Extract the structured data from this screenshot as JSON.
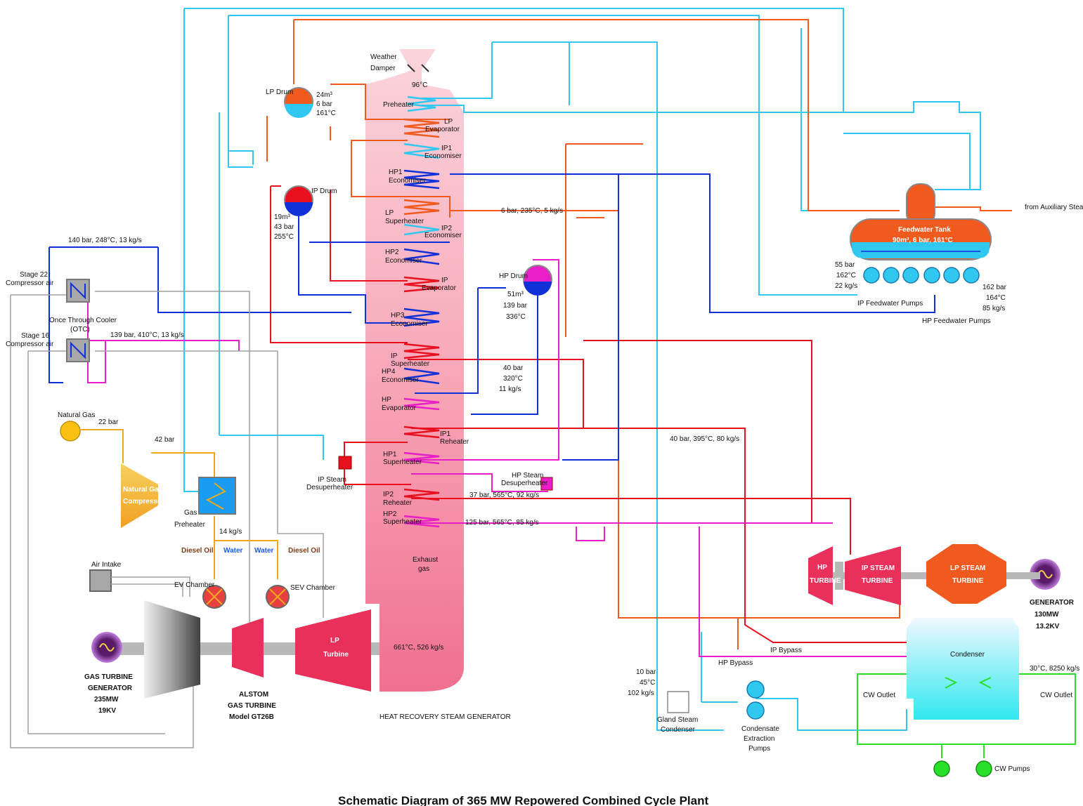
{
  "colors": {
    "lp_steam": "#f05a1e",
    "ip_steam": "#e8101e",
    "hp_steam": "#e81ec8",
    "hp_water": "#1030d8",
    "lp_water": "#30c8f0",
    "cooling_water": "#28e028",
    "gas": "#f0a81e",
    "air": "#a0a0a0",
    "hrsg_fill": "#f8a0b4"
  },
  "labels": {
    "title": "Schematic Diagram of 365 MW Repowered Combined Cycle Plant",
    "weather_damper_1": "Weather",
    "weather_damper_2": "Damper",
    "temp_96": "96°C",
    "lp_drum": "LP Drum",
    "lp_drum_vol": "24m³",
    "lp_drum_p": "6 bar",
    "lp_drum_t": "161°C",
    "ip_drum": "IP Drum",
    "ip_drum_vol": "19m³",
    "ip_drum_p": "43 bar",
    "ip_drum_t": "255°C",
    "hp_drum": "HP Drum",
    "hp_drum_vol": "51m³",
    "hp_drum_p": "139 bar",
    "hp_drum_t": "336°C",
    "preheater": "Preheater",
    "lp_evap_1": "LP",
    "lp_evap_2": "Evaporator",
    "ip1_econ_1": "IP1",
    "ip1_econ_2": "Economiser",
    "hp1_econ_1": "HP1",
    "hp1_econ_2": "Economiser",
    "lp_sh_1": "LP",
    "lp_sh_2": "Superheater",
    "ip2_econ_1": "IP2",
    "ip2_econ_2": "Economiser",
    "hp2_econ_1": "HP2",
    "hp2_econ_2": "Economiser",
    "ip_evap_1": "IP",
    "ip_evap_2": "Evaporator",
    "hp3_econ_1": "HP3",
    "hp3_econ_2": "Economiser",
    "ip_sh_1": "IP",
    "ip_sh_2": "Superheater",
    "hp4_econ_1": "HP4",
    "hp4_econ_2": "Economiser",
    "hp_evap_1": "HP",
    "hp_evap_2": "Evaporator",
    "ip1_reh_1": "IP1",
    "ip1_reh_2": "Reheater",
    "hp1_sh_1": "HP1",
    "hp1_sh_2": "Superheater",
    "ip2_reh_1": "IP2",
    "ip2_reh_2": "Reheater",
    "hp2_sh_1": "HP2",
    "hp2_sh_2": "Superheater",
    "exhaust_1": "Exhaust",
    "exhaust_2": "gas",
    "hrsg_inlet": "661°C, 526 kg/s",
    "hrsg_name": "HEAT RECOVERY STEAM GENERATOR",
    "lp_steam_flow": "6 bar, 235°C, 5 kg/s",
    "stream_140": "140 bar, 248°C, 13 kg/s",
    "stream_139": "139 bar, 410°C, 13 kg/s",
    "stage22_1": "Stage 22",
    "stage22_2": "Compressor air",
    "stage16_1": "Stage 16",
    "stage16_2": "Compressor air",
    "otc_1": "Once Through Cooler",
    "otc_2": "(OTC)",
    "ip_sh_out_1": "40 bar",
    "ip_sh_out_2": "320°C",
    "ip_sh_out_3": "11 kg/s",
    "cold_reheat": "40 bar, 395°C, 80 kg/s",
    "hot_reheat": "37 bar, 565°C, 92 kg/s",
    "main_steam": "125 bar, 565°C, 85 kg/s",
    "ip_desup_1": "IP Steam",
    "ip_desup_2": "Desuperheater",
    "hp_desup_1": "HP Steam",
    "hp_desup_2": "Desuperheater",
    "natural_gas": "Natural Gas",
    "ng_22": "22 bar",
    "ng_42": "42 bar",
    "ng_comp_1": "Natural Gas",
    "ng_comp_2": "Compressor",
    "gas_pre_1": "Gas",
    "gas_pre_2": "Preheater",
    "gas_flow": "14 kg/s",
    "diesel_1": "Diesel Oil",
    "water_1": "Water",
    "water_2": "Water",
    "diesel_2": "Diesel Oil",
    "ev_chamber": "EV Chamber",
    "sev_chamber": "SEV Chamber",
    "air_intake": "Air Intake",
    "gt_gen_1": "GAS TURBINE",
    "gt_gen_2": "GENERATOR",
    "gt_gen_3": "235MW",
    "gt_gen_4": "19KV",
    "gt_1": "ALSTOM",
    "gt_2": "GAS TURBINE",
    "gt_3": "Model GT26B",
    "lp_turb_1": "LP",
    "lp_turb_2": "Turbine",
    "fw_tank_1": "Feedwater Tank",
    "fw_tank_2": "90m³, 6 bar, 161°C",
    "aux_steam": "from Auxiliary Steam",
    "ip_pump_1": "55 bar",
    "ip_pump_2": "162°C",
    "ip_pump_3": "22 kg/s",
    "hp_pump_1": "162 bar",
    "hp_pump_2": "164°C",
    "hp_pump_3": "85 kg/s",
    "ip_fw_pumps": "IP Feedwater Pumps",
    "hp_fw_pumps": "HP Feedwater Pumps",
    "hp_turbine_1": "HP",
    "hp_turbine_2": "TURBINE",
    "ip_st_1": "IP STEAM",
    "ip_st_2": "TURBINE",
    "lp_st_1": "LP STEAM",
    "lp_st_2": "TURBINE",
    "st_gen_1": "GENERATOR",
    "st_gen_2": "130MW",
    "st_gen_3": "13.2KV",
    "condenser": "Condenser",
    "cw_flow": "30°C, 8250 kg/s",
    "cw_outlet_l": "CW Outlet",
    "cw_outlet_r": "CW Outlet",
    "cw_pumps": "CW Pumps",
    "ip_bypass": "IP Bypass",
    "hp_bypass": "HP Bypass",
    "cond_1": "10 bar",
    "cond_2": "45°C",
    "cond_3": "102 kg/s",
    "gland_1": "Gland Steam",
    "gland_2": "Condenser",
    "cep_1": "Condensate",
    "cep_2": "Extraction",
    "cep_3": "Pumps"
  }
}
